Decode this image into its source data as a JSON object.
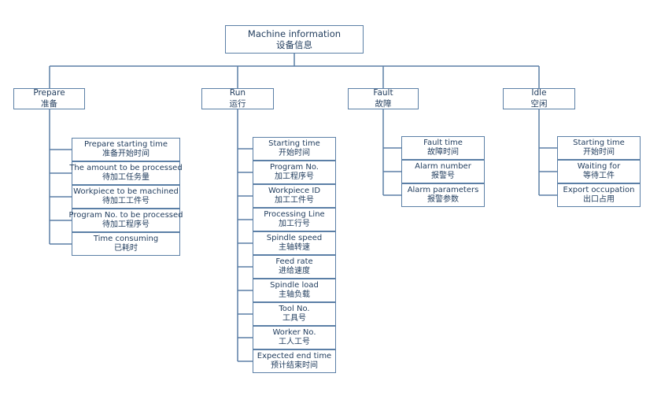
{
  "root": {
    "en": "Machine information",
    "zh": "设备信息"
  },
  "categories": [
    {
      "en": "Prepare",
      "zh": "准备",
      "items": [
        {
          "en": "Prepare starting time",
          "zh": "准备开始时间"
        },
        {
          "en": "The amount to be processed",
          "zh": "待加工任务量"
        },
        {
          "en": "Workpiece to be machined",
          "zh": "待加工工件号"
        },
        {
          "en": "Program No. to be processed",
          "zh": "待加工程序号"
        },
        {
          "en": "Time consuming",
          "zh": "已耗时"
        }
      ]
    },
    {
      "en": "Run",
      "zh": "运行",
      "items": [
        {
          "en": "Starting time",
          "zh": "开始时间"
        },
        {
          "en": "Program No.",
          "zh": "加工程序号"
        },
        {
          "en": "Workpiece ID",
          "zh": "加工工件号"
        },
        {
          "en": "Processing Line",
          "zh": "加工行号"
        },
        {
          "en": "Spindle speed",
          "zh": "主轴转速"
        },
        {
          "en": "Feed rate",
          "zh": "进给速度"
        },
        {
          "en": "Spindle load",
          "zh": "主轴负载"
        },
        {
          "en": "Tool No.",
          "zh": "工具号"
        },
        {
          "en": "Worker  No.",
          "zh": "工人工号"
        },
        {
          "en": "Expected  end time",
          "zh": "预计结束时间"
        }
      ]
    },
    {
      "en": "Fault",
      "zh": "故障",
      "items": [
        {
          "en": "Fault time",
          "zh": "故障时间"
        },
        {
          "en": "Alarm number",
          "zh": "报警号"
        },
        {
          "en": "Alarm parameters",
          "zh": "报警参数"
        }
      ]
    },
    {
      "en": "Idle",
      "zh": "空闲",
      "items": [
        {
          "en": "Starting time",
          "zh": "开始时间"
        },
        {
          "en": "Waiting for",
          "zh": "等待工件"
        },
        {
          "en": "Export occupation",
          "zh": "出口占用"
        }
      ]
    }
  ],
  "colors": {
    "line": "#5b7fa6",
    "text": "#1f3b5c",
    "fill": "#ffffff"
  }
}
